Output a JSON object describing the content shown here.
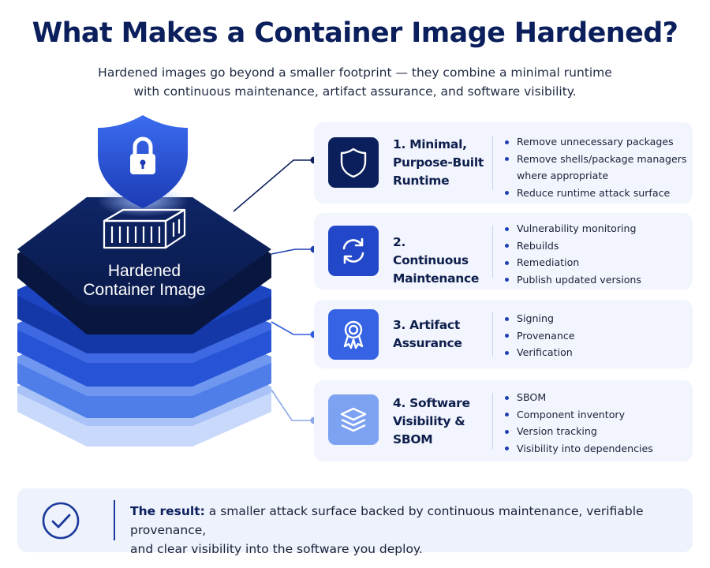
{
  "header": {
    "title": "What Makes a Container Image Hardened?",
    "subtitle_line1": "Hardened images go beyond a smaller footprint — they combine a minimal runtime",
    "subtitle_line2": "with continuous maintenance, artifact assurance, and software visibility."
  },
  "stack": {
    "label_line1": "Hardened",
    "label_line2": "Container Image"
  },
  "cards": [
    {
      "title_lines": [
        "1. Minimal,",
        "Purpose-Built",
        "Runtime"
      ],
      "icon": "shield-icon",
      "items": [
        "Remove unnecessary packages",
        "Remove shells/package managers",
        "where appropriate",
        "Reduce runtime attack surface"
      ]
    },
    {
      "title_lines": [
        "2. Continuous",
        "Maintenance"
      ],
      "icon": "refresh-icon",
      "items": [
        "Vulnerability monitoring",
        "Rebuilds",
        "Remediation",
        "Publish updated versions"
      ]
    },
    {
      "title_lines": [
        "3. Artifact",
        "Assurance"
      ],
      "icon": "award-ribbon-icon",
      "items": [
        "Signing",
        "Provenance",
        "Verification"
      ]
    },
    {
      "title_lines": [
        "4. Software",
        "Visibility &",
        "SBOM"
      ],
      "icon": "layers-icon",
      "items": [
        "SBOM",
        "Component inventory",
        "Version tracking",
        "Visibility into dependencies"
      ]
    }
  ],
  "result": {
    "label": "The result:",
    "text": " a smaller attack surface backed by continuous maintenance, verifiable provenance,",
    "text_line2": "and clear visibility into the software you deploy."
  },
  "colors": {
    "navy": "#0b1f5c",
    "deep_blue": "#1f3fb0",
    "bright_blue": "#2f5ce0",
    "light_blue": "#7ea2f2",
    "card_bg": "#f2f5fd"
  }
}
